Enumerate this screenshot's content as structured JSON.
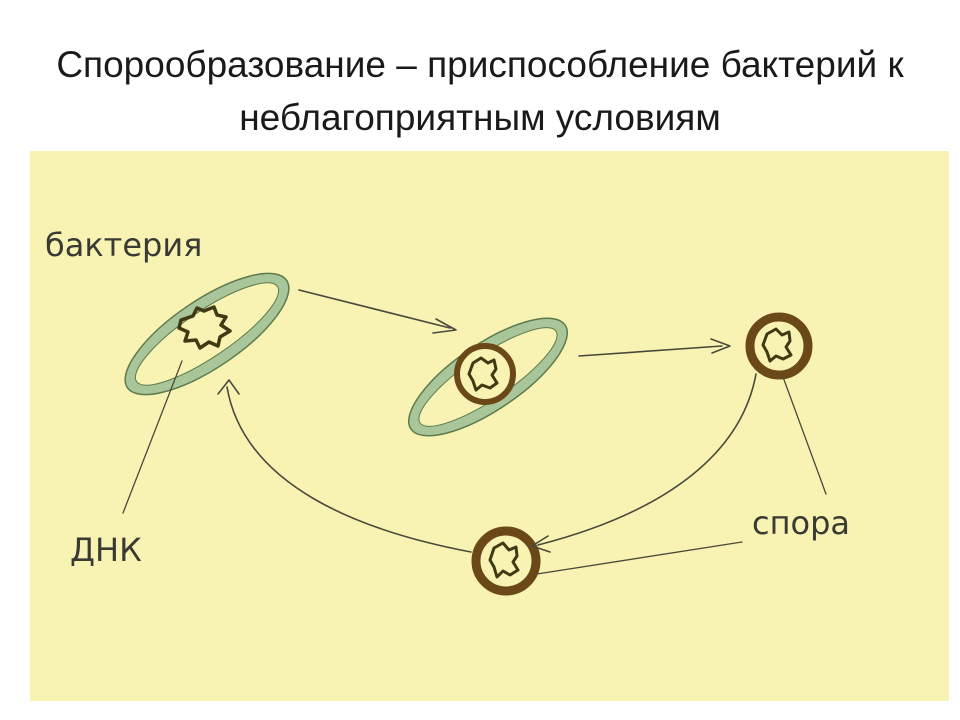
{
  "slide": {
    "title_line1": "Спорообразование – приспособление бактерий к",
    "title_line2": "неблагоприятным условиям"
  },
  "diagram": {
    "labels": {
      "bacterium": "бактерия",
      "dna": "ДНК",
      "spore": "спора"
    },
    "colors": {
      "background": "#f8f3b3",
      "cell_wall": "#a9c59a",
      "cell_wall_outline": "#5e7a4d",
      "spore_coat": "#6b4818",
      "dna": "#3f3a13",
      "arrow": "#4a4a3c"
    }
  }
}
